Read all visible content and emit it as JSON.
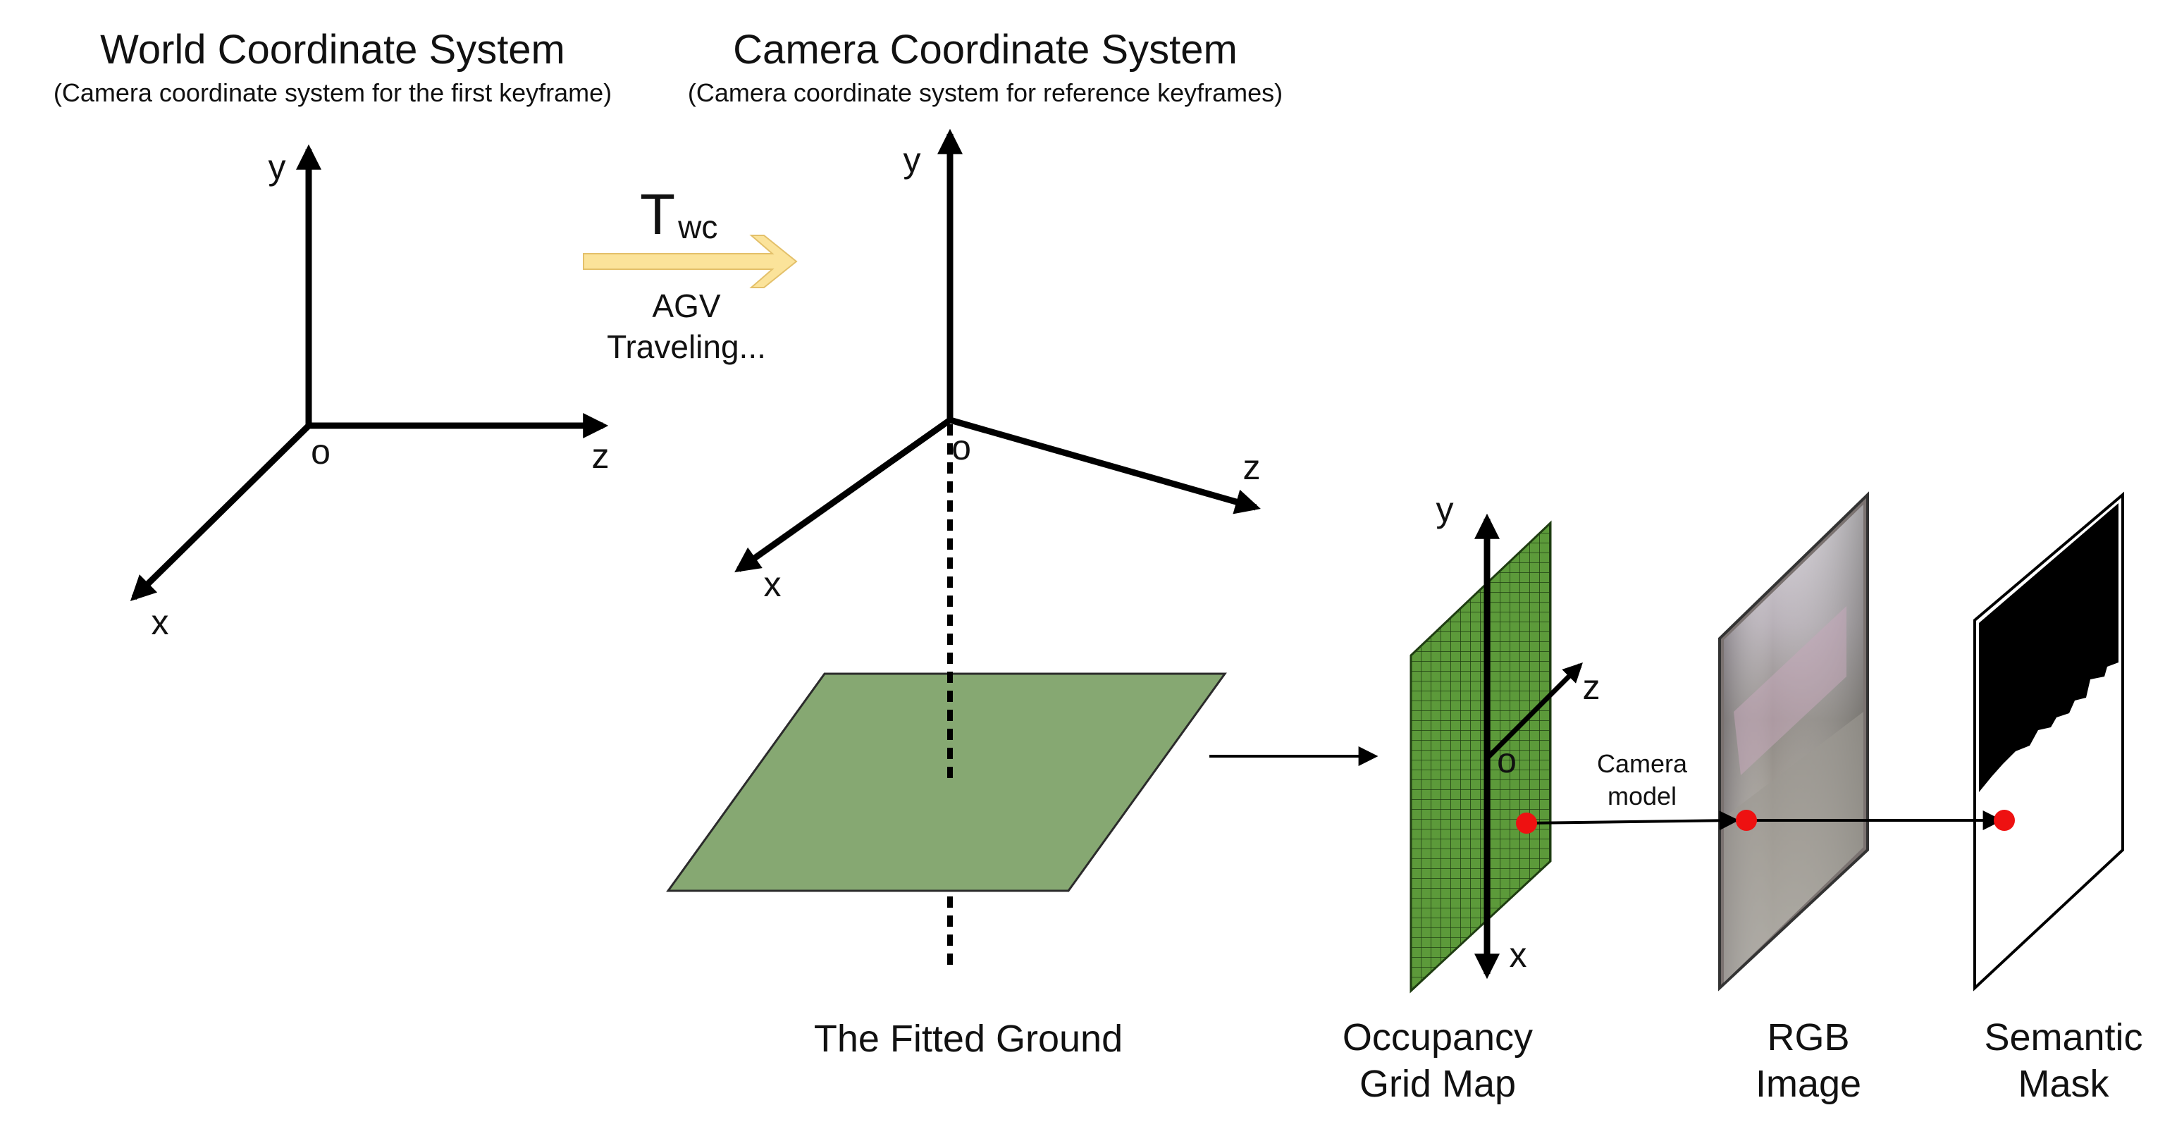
{
  "world_frame": {
    "title": "World Coordinate System",
    "subtitle": "(Camera coordinate system for the first keyframe)",
    "axis_y": "y",
    "axis_z": "z",
    "axis_x": "x",
    "origin": "o"
  },
  "camera_frame": {
    "title": "Camera Coordinate System",
    "subtitle": "(Camera coordinate system for reference keyframes)",
    "axis_y": "y",
    "axis_z": "z",
    "axis_x": "x",
    "origin": "o"
  },
  "transform": {
    "symbol": "T",
    "subscript": "wc",
    "line1": "AGV",
    "line2": "Traveling..."
  },
  "ground": {
    "label": "The Fitted Ground"
  },
  "occupancy": {
    "axis_y": "y",
    "axis_z": "z",
    "axis_x": "x",
    "origin": "o",
    "label_line1": "Occupancy",
    "label_line2": "Grid Map"
  },
  "camera_model": {
    "line1": "Camera",
    "line2": "model"
  },
  "rgb": {
    "label_line1": "RGB",
    "label_line2": "Image"
  },
  "mask": {
    "label_line1": "Semantic",
    "label_line2": "Mask"
  },
  "colors": {
    "ground_fill": "#86a872",
    "grid_fill": "#5c9a3a",
    "grid_line": "#1f3d12",
    "arrow_highlight": "#fbe39a",
    "point": "#ee1111",
    "ink": "#000000"
  }
}
